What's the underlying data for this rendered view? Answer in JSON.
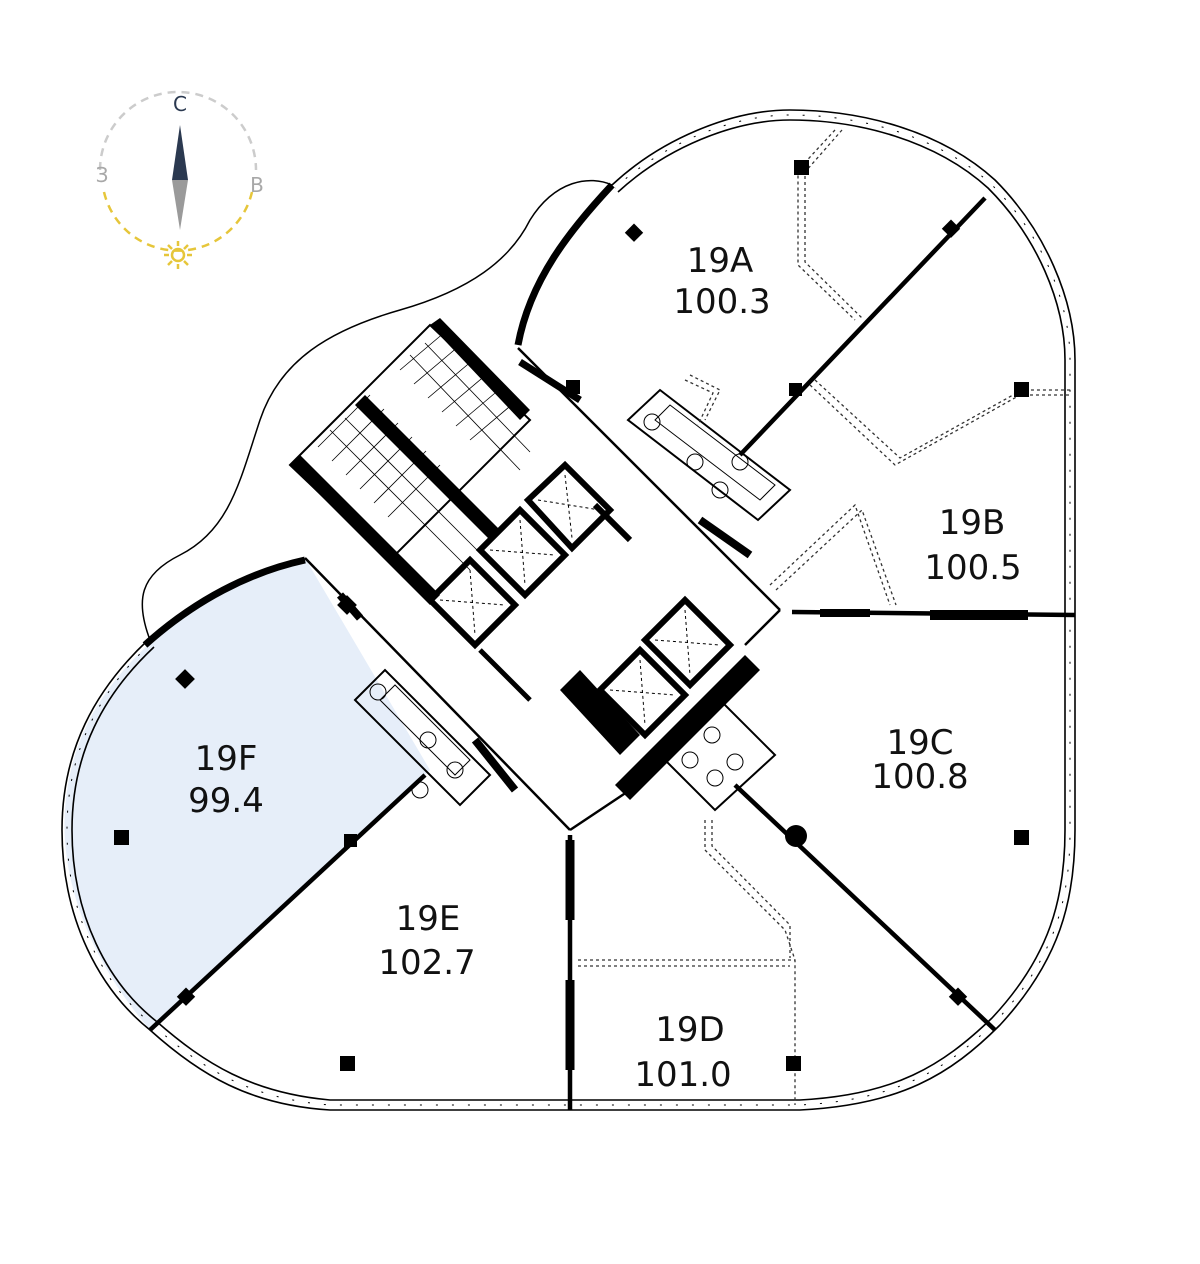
{
  "compass": {
    "north_label": "С",
    "west_label": "З",
    "east_label": "В",
    "colors": {
      "north": "#2b3950",
      "south": "#9a9a9a",
      "sun": "#e6c63a",
      "ring": "#cccccc",
      "letters_muted": "#a8a8a8"
    },
    "sun_icon": "sun-icon"
  },
  "units": [
    {
      "id": "19A",
      "area": "100.3"
    },
    {
      "id": "19B",
      "area": "100.5"
    },
    {
      "id": "19C",
      "area": "100.8"
    },
    {
      "id": "19D",
      "area": "101.0"
    },
    {
      "id": "19E",
      "area": "102.7"
    },
    {
      "id": "19F",
      "area": "99.4",
      "highlighted": true
    }
  ],
  "colors": {
    "highlight_fill": "#e6eef9",
    "walls": "#000000",
    "background": "#ffffff"
  }
}
